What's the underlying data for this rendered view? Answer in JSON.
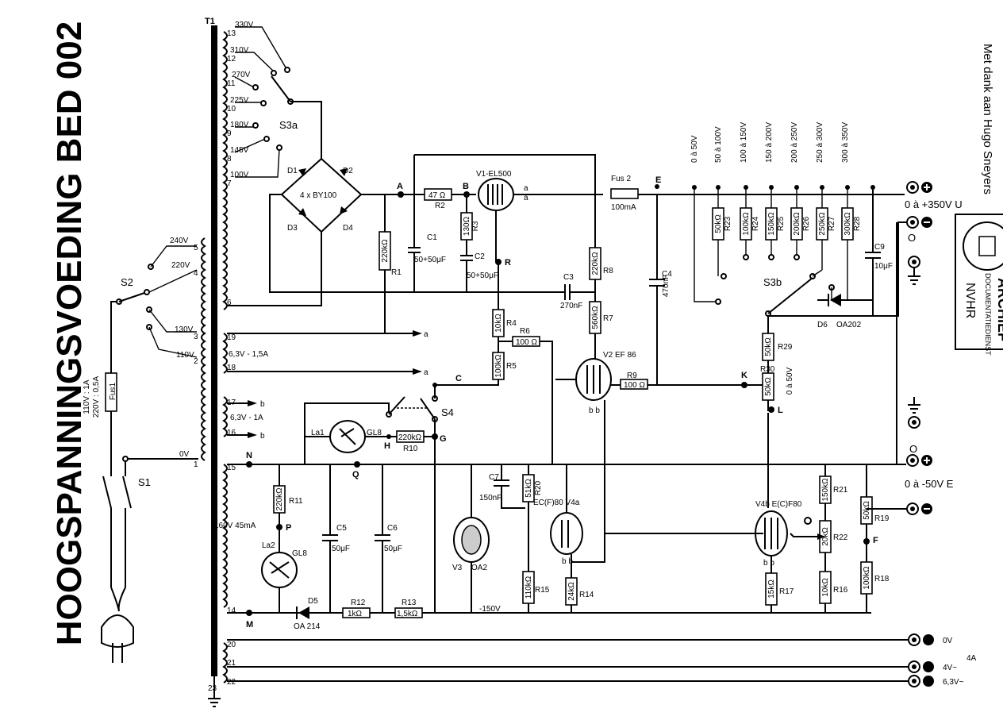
{
  "title": "HOOGSPANNINGSVOEDING BED 002",
  "credit": "Met dank aan Hugo Sneyers",
  "stamp": {
    "line1": "ARCHIEF",
    "line2": "DOCUMENTATIEDIENST",
    "line3": "NVHR"
  },
  "transformer": {
    "label": "T1",
    "taps": [
      {
        "pin": "13",
        "volt": "330V"
      },
      {
        "pin": "12",
        "volt": "310V"
      },
      {
        "pin": "11",
        "volt": "270V"
      },
      {
        "pin": "10",
        "volt": "225V"
      },
      {
        "pin": "9",
        "volt": "180V"
      },
      {
        "pin": "8",
        "volt": "145V"
      },
      {
        "pin": "7",
        "volt": "100V"
      }
    ],
    "primary": [
      {
        "pin": "5",
        "volt": "240V"
      },
      {
        "pin": "4",
        "volt": "220V"
      },
      {
        "pin": "3",
        "volt": "130V"
      },
      {
        "pin": "2",
        "volt": "110V"
      },
      {
        "pin": "1",
        "volt": "0V"
      }
    ],
    "other_pins": [
      "6",
      "19",
      "18",
      "17",
      "16",
      "15",
      "14",
      "20",
      "21",
      "22",
      "23"
    ],
    "heater1": "6,3V - 1,5A",
    "heater2": "6,3V - 1A",
    "aux": "160V 45mA"
  },
  "switches": {
    "s1": "S1",
    "s2": "S2",
    "s3a": "S3a",
    "s3b": "S3b",
    "s4": "S4"
  },
  "fuse1": {
    "label": "Fus1",
    "rating1": "110V : 1A",
    "rating2": "220V : 0,5A"
  },
  "fuse2": {
    "label": "Fus 2",
    "rating": "100mA"
  },
  "bridge": {
    "d1": "D1",
    "d2": "D2",
    "d3": "D3",
    "d4": "D4",
    "type": "4 x BY100"
  },
  "nodes": {
    "a": "A",
    "b": "B",
    "e": "E",
    "r": "R",
    "c": "C",
    "k": "K",
    "l": "L",
    "n": "N",
    "q": "Q",
    "h": "H",
    "g": "G",
    "p": "P",
    "m": "M",
    "f": "F",
    "small_a": "a",
    "small_b": "b"
  },
  "resistors": {
    "r1": [
      "220kΩ",
      "R1"
    ],
    "r2": [
      "47 Ω",
      "R2"
    ],
    "r3": [
      "130Ω",
      "R3"
    ],
    "r4": [
      "10kΩ",
      "R4"
    ],
    "r5": [
      "100kΩ",
      "R5"
    ],
    "r6": [
      "100 Ω",
      "R6"
    ],
    "r7": [
      "560kΩ",
      "R7"
    ],
    "r8": [
      "220kΩ",
      "R8"
    ],
    "r9": [
      "100 Ω",
      "R9"
    ],
    "r10": [
      "220kΩ",
      "R10"
    ],
    "r11": [
      "220kΩ",
      "R11"
    ],
    "r12": [
      "1kΩ",
      "R12"
    ],
    "r13": [
      "1,5kΩ",
      "R13"
    ],
    "r14": [
      "24kΩ",
      "R14"
    ],
    "r15": [
      "110kΩ",
      "R15"
    ],
    "r16": [
      "10kΩ",
      "R16"
    ],
    "r17": [
      "15kΩ",
      "R17"
    ],
    "r18": [
      "100kΩ",
      "R18"
    ],
    "r19": [
      "50kΩ",
      "R19"
    ],
    "r20": [
      "51kΩ",
      "R20"
    ],
    "r21": [
      "150kΩ",
      "R21"
    ],
    "r22": [
      "20kΩ",
      "R22"
    ],
    "r23": [
      "50kΩ",
      "R23"
    ],
    "r24": [
      "100kΩ",
      "R24"
    ],
    "r25": [
      "150kΩ",
      "R25"
    ],
    "r26": [
      "200kΩ",
      "R26"
    ],
    "r27": [
      "250kΩ",
      "R27"
    ],
    "r28": [
      "300kΩ",
      "R28"
    ],
    "r29": [
      "50kΩ",
      "R29"
    ],
    "r30": [
      "50kΩ",
      "R30"
    ]
  },
  "capacitors": {
    "c1": [
      "C1",
      "50+50μF"
    ],
    "c2": [
      "C2",
      "50+50μF"
    ],
    "c3": [
      "C3",
      "270nF"
    ],
    "c4": [
      "C4",
      "470nF"
    ],
    "c5": [
      "C5",
      "50μF"
    ],
    "c6": [
      "C6",
      "50μF"
    ],
    "c7": [
      "C7",
      "150nF"
    ],
    "c9": [
      "C9",
      "10μF"
    ]
  },
  "tubes": {
    "v1": "V1-EL500",
    "v2": "V2 EF 86",
    "v3": "V3",
    "v3type": "OA2",
    "v4a": "EC(F)80 V4a",
    "v4b": "V4b E(C)F80"
  },
  "lamps": {
    "la1": "La1",
    "la1type": "GL8",
    "la2": "La2",
    "la2type": "GL8"
  },
  "diodes": {
    "d5": "D5",
    "d5type": "OA 214",
    "d6": "D6",
    "d6type": "OA202"
  },
  "ranges": [
    "0 à 50V",
    "50 à 100V",
    "100 à 150V",
    "150 à 200V",
    "200 à 250V",
    "250 à 300V",
    "300 à 350V"
  ],
  "range_r30": "0 à 50V",
  "outputs": {
    "hv": "0 à +350V  U",
    "zero1": "O",
    "zero2": "O",
    "neg": "0 à -50V  E",
    "minus150": "-150V",
    "ac0": "0V",
    "ac4": "4V~",
    "ac63": "6,3V~",
    "ac_current": "4A"
  },
  "pin_a_labels": [
    "a",
    "a"
  ]
}
